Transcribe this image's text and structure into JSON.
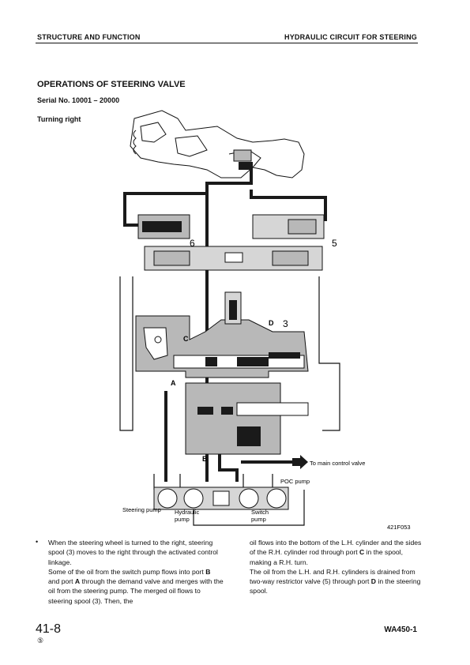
{
  "header": {
    "left": "STRUCTURE AND FUNCTION",
    "right": "HYDRAULIC CIRCUIT FOR STEERING"
  },
  "section": {
    "title": "OPERATIONS OF STEERING VALVE",
    "serial": "Serial No. 10001 – 20000",
    "subtitle": "Turning right"
  },
  "diagram": {
    "labels": {
      "n6": "6",
      "n5": "5",
      "n3": "3",
      "C": "C",
      "D": "D",
      "A": "A",
      "B": "B",
      "to_main": "To main  control valve",
      "poc_pump": "POC pump",
      "steering_pump": "Steering pump",
      "hydraulic": "Hydraulic",
      "pump1": "pump",
      "switch": "Switch",
      "pump2": "pump",
      "code": "421F053"
    }
  },
  "body": {
    "bullet": "•",
    "left_p1": "When the steering wheel is turned to the right, steering spool (3) moves to the right through the activated control linkage.",
    "left_p2_a": "Some of the oil from the switch pump flows into port ",
    "left_p2_B": "B",
    "left_p2_b": " and port ",
    "left_p2_A": "A",
    "left_p2_c": " through the demand valve and merges with the oil from the steering pump. The merged oil flows to steering spool (3). Then, the",
    "right_p1_a": "oil flows into the bottom of the L.H. cylinder and the sides of the R.H. cylinder rod through port ",
    "right_p1_C": "C",
    "right_p1_b": " in the spool, making a R.H. turn.",
    "right_p2_a": "The oil from the L.H. and R.H. cylinders is drained from two-way restrictor valve (5) through port ",
    "right_p2_D": "D",
    "right_p2_b": " in the steering spool."
  },
  "footer": {
    "page": "41-8",
    "revision": "⑤",
    "model": "WA450-1"
  },
  "colors": {
    "ink": "#111111",
    "shade": "#b8b8b8",
    "light_shade": "#d6d6d6",
    "oil": "#1a1a1a"
  }
}
